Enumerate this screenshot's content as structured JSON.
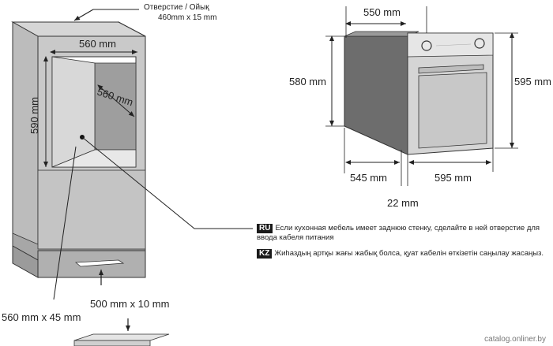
{
  "cabinet": {
    "vent_label_line1": "Отверстие / Ойық",
    "vent_label_line2": "460mm x 15 mm",
    "width_inner": "560 mm",
    "depth_inner": "560 mm",
    "height_inner": "590 mm",
    "bottom_opening": "560 mm x 45 mm",
    "plinth_opening": "500 mm x 10 mm"
  },
  "oven": {
    "top_depth": "550 mm",
    "left_height": "580 mm",
    "right_height": "595 mm",
    "bottom_depth": "545 mm",
    "bottom_width": "595 mm",
    "door_thickness": "22 mm"
  },
  "notes": {
    "ru_badge": "RU",
    "ru_text": "Если кухонная мебель имеет  заднюю стенку, сделайте в ней  отверстие для ввода кабеля питания",
    "kz_badge": "KZ",
    "kz_text": "Жиhаздың артқы жағы жабық болса, қуат кабелін өткізетін саңылау жасаңыз."
  },
  "watermark": "catalog.onliner.by"
}
